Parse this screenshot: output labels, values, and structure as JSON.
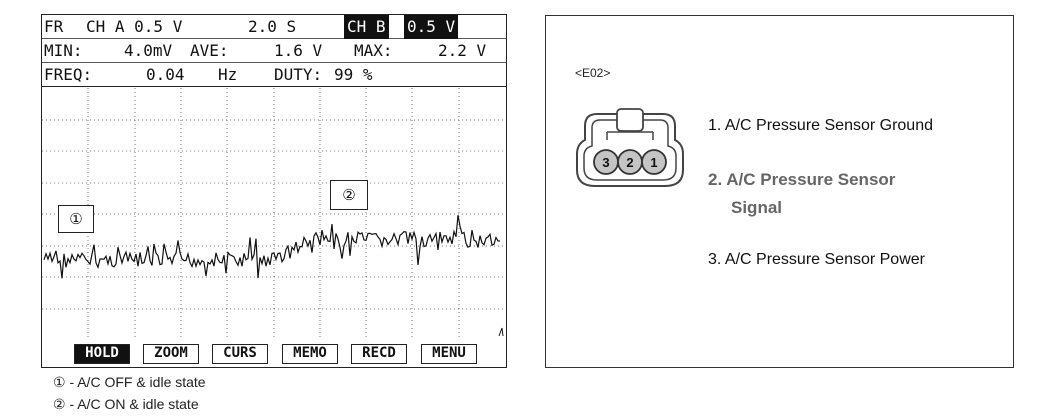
{
  "scope": {
    "row1": {
      "fr": "FR",
      "ch_a": "CH A 0.5 V",
      "time": "2.0 S",
      "ch_b_label": "CH B",
      "ch_b_value": "0.5 V"
    },
    "row2": {
      "min_label": "MIN:",
      "min_value": "4.0mV",
      "ave_label": "AVE:",
      "ave_value": "1.6 V",
      "max_label": "MAX:",
      "max_value": "2.2 V"
    },
    "row3": {
      "freq_label": "FREQ:",
      "freq_value": "0.04",
      "freq_unit": "Hz",
      "duty_label": "DUTY:",
      "duty_value": "99 %"
    },
    "menu": [
      "HOLD",
      "ZOOM",
      "CURS",
      "MEMO",
      "RECD",
      "MENU"
    ],
    "markers": {
      "m1": "①",
      "m2": "②"
    }
  },
  "legend": [
    "① - A/C OFF & idle state",
    "② - A/C ON & idle state"
  ],
  "connector": {
    "id": "<E02>",
    "pin_numbers": [
      "3",
      "2",
      "1"
    ],
    "pins": [
      "1. A/C Pressure Sensor Ground",
      "2. A/C Pressure Sensor",
      "Signal",
      "3. A/C Pressure Sensor Power"
    ],
    "highlight_color": "#666666"
  }
}
